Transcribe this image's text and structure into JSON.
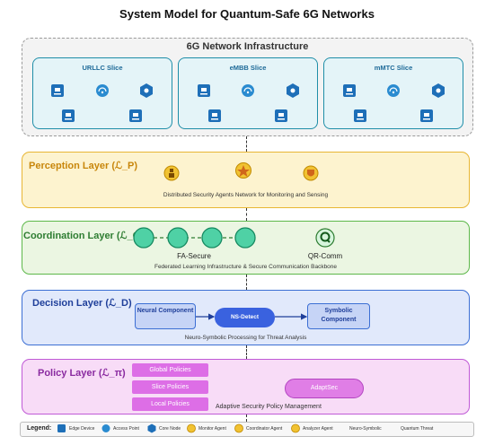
{
  "title": "System Model for Quantum-Safe 6G Networks",
  "infrastructure": {
    "title": "6G Network Infrastructure",
    "slices": [
      {
        "label": "URLLC Slice"
      },
      {
        "label": "eMBB Slice"
      },
      {
        "label": "mMTC Slice"
      }
    ]
  },
  "perception": {
    "title": "Perception Layer (ℒ_P)",
    "description": "Distributed Security Agents Network for Monitoring and Sensing"
  },
  "coordination": {
    "title": "Coordination Layer (ℒ_C)",
    "fa_label": "FA-Secure",
    "qr_label": "QR-Comm",
    "description": "Federated Learning Infrastructure & Secure Communication Backbone"
  },
  "decision": {
    "title": "Decision Layer (ℒ_D)",
    "neural": "Neural Component",
    "nsdetect": "NS-Detect",
    "symbolic": "Symbolic Component",
    "description": "Neuro-Symbolic Processing for Threat Analysis"
  },
  "policy": {
    "title": "Policy Layer (ℒ_π)",
    "global": "Global Policies",
    "slice": "Slice Policies",
    "local": "Local Policies",
    "description": "Adaptive Security Policy Management",
    "adaptsec": "AdaptSec"
  },
  "legend": {
    "title": "Legend:",
    "items": [
      "Edge Device",
      "Access Point",
      "Core Node",
      "Monitor Agent",
      "Coordinator Agent",
      "Analyzer Agent",
      "Neuro-Symbolic",
      "Quantum Threat"
    ]
  },
  "colors": {
    "slice_border": "#1f8ea8",
    "perception_border": "#e8b634",
    "coordination_border": "#5db84a",
    "decision_border": "#3c6fd4",
    "policy_border": "#c05ad6",
    "nsdetect_fill": "#3a62df"
  },
  "icons": [
    "edge-device-icon",
    "access-point-icon",
    "core-node-icon",
    "monitor-agent-icon",
    "coordinator-agent-icon",
    "analyzer-agent-icon",
    "qr-comm-icon"
  ]
}
